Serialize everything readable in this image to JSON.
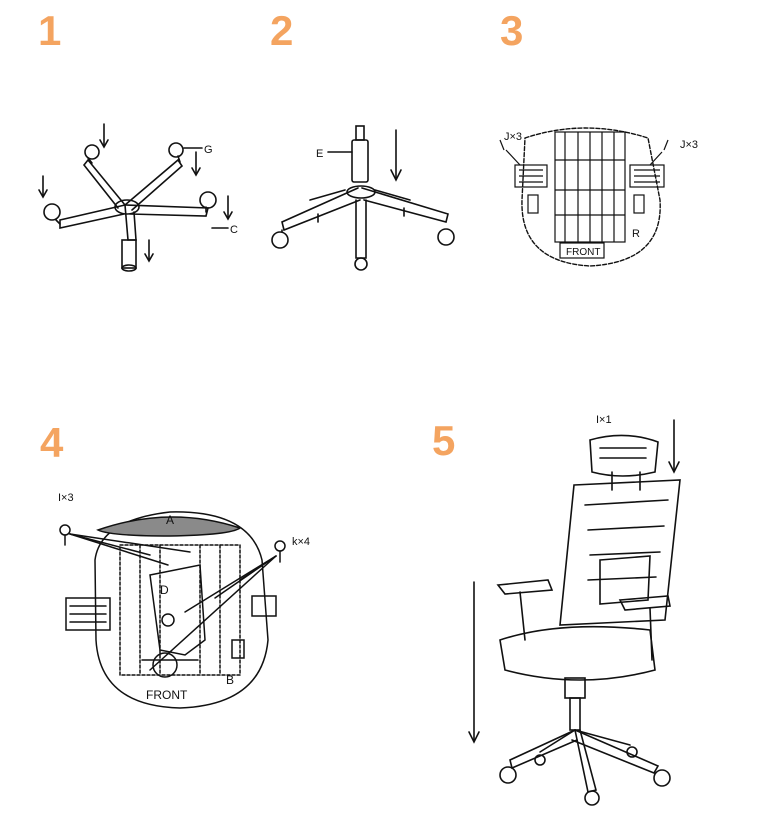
{
  "steps": [
    {
      "number": "1",
      "labels": {
        "g": "G",
        "c": "C"
      }
    },
    {
      "number": "2",
      "labels": {
        "e": "E"
      }
    },
    {
      "number": "3",
      "labels": {
        "left_qty": "J×3",
        "right_qty": "J×3",
        "front": "FRONT",
        "r": "R"
      }
    },
    {
      "number": "4",
      "labels": {
        "i_qty": "I×3",
        "k_qty": "k×4",
        "a": "A",
        "d": "D",
        "front": "FRONT",
        "b": "B"
      }
    },
    {
      "number": "5",
      "labels": {
        "headrest_qty": "I×1"
      }
    }
  ],
  "colors": {
    "step_number": "#f4a460",
    "line": "#111111",
    "seat_fill": "#8a8a8a"
  }
}
